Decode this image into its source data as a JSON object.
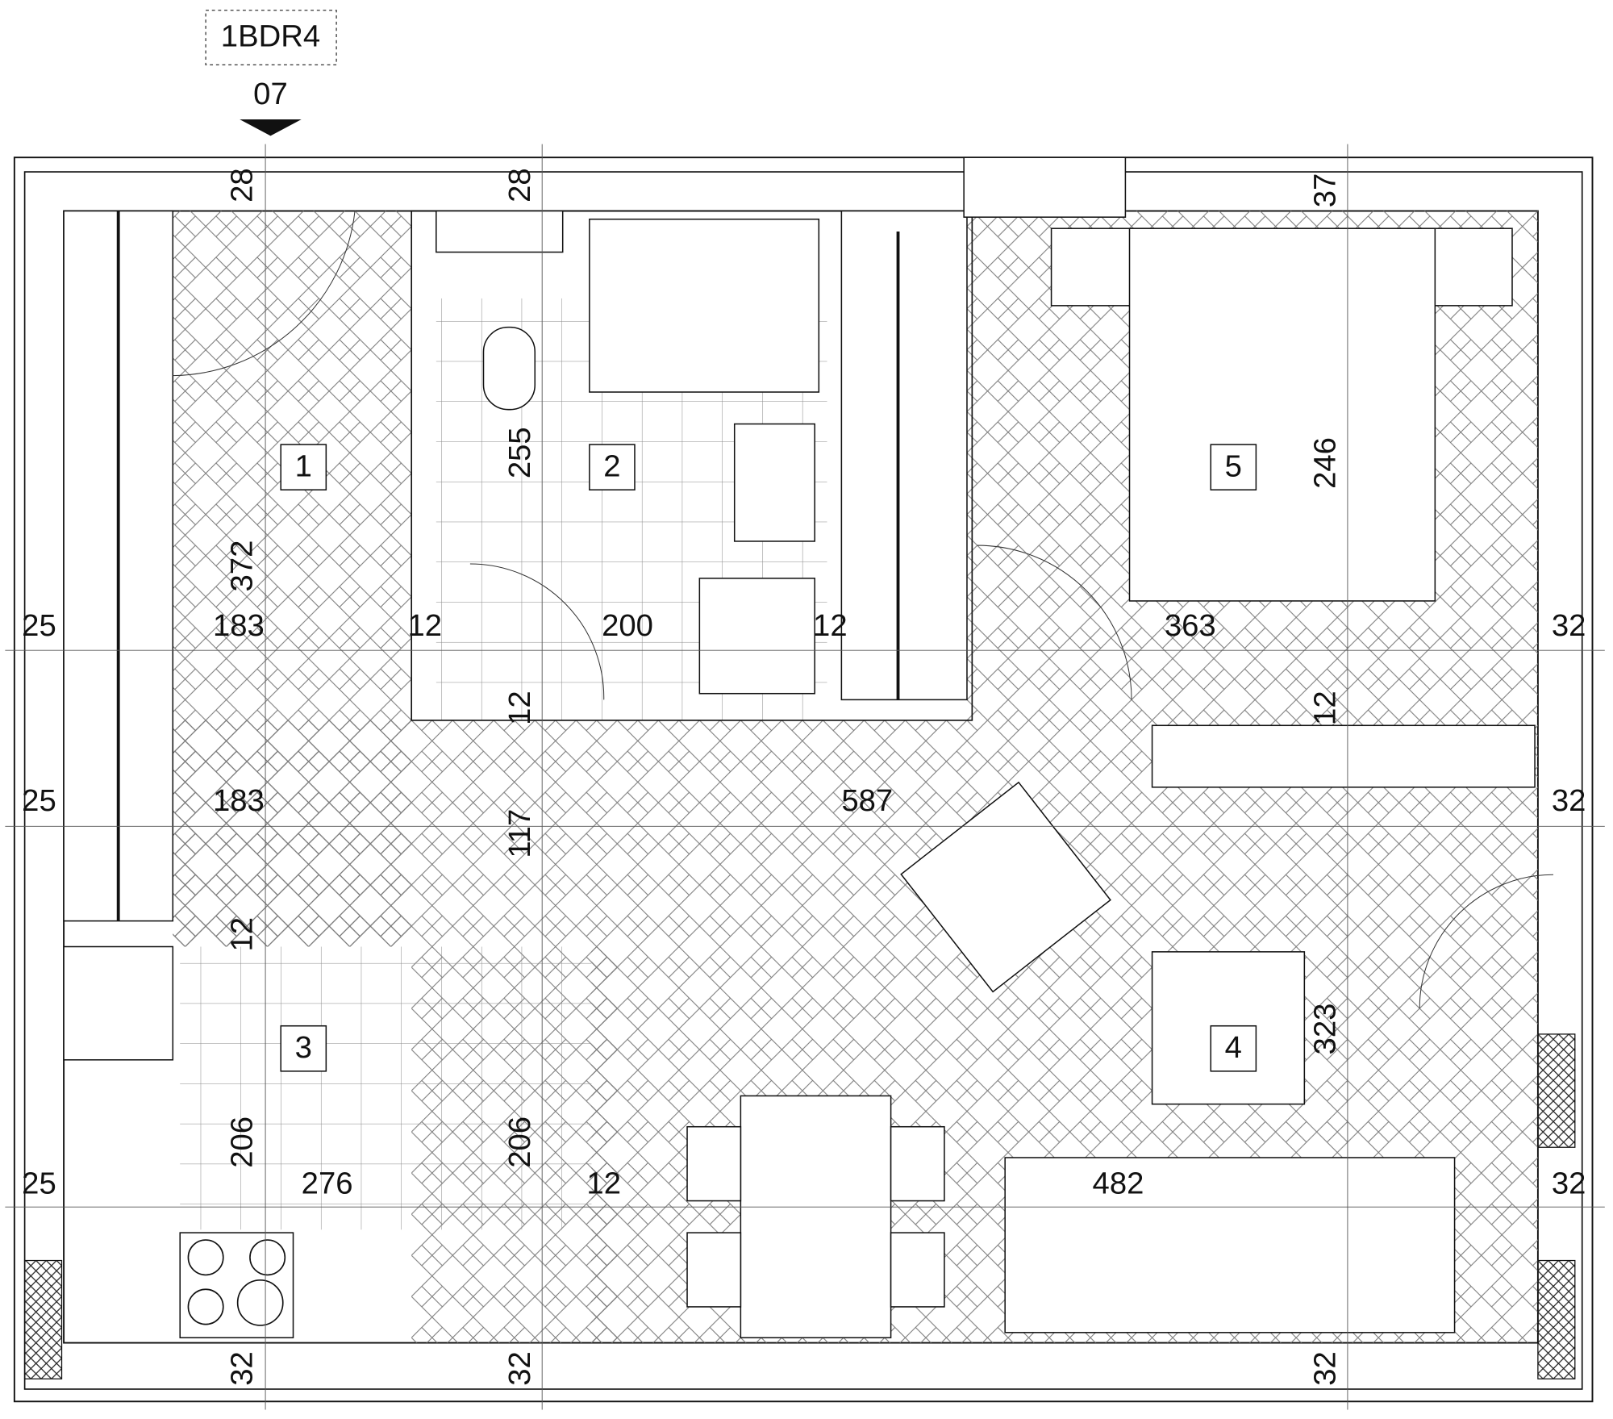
{
  "marker": {
    "label": "1BDR4",
    "number": "07"
  },
  "rooms": [
    "1",
    "2",
    "3",
    "4",
    "5"
  ],
  "dimensions": [
    "28",
    "28",
    "37",
    "25",
    "183",
    "12",
    "200",
    "12",
    "363",
    "32",
    "372",
    "255",
    "246",
    "12",
    "12",
    "25",
    "183",
    "587",
    "32",
    "117",
    "12",
    "323",
    "206",
    "206",
    "25",
    "276",
    "12",
    "482",
    "32",
    "32",
    "32",
    "32"
  ]
}
